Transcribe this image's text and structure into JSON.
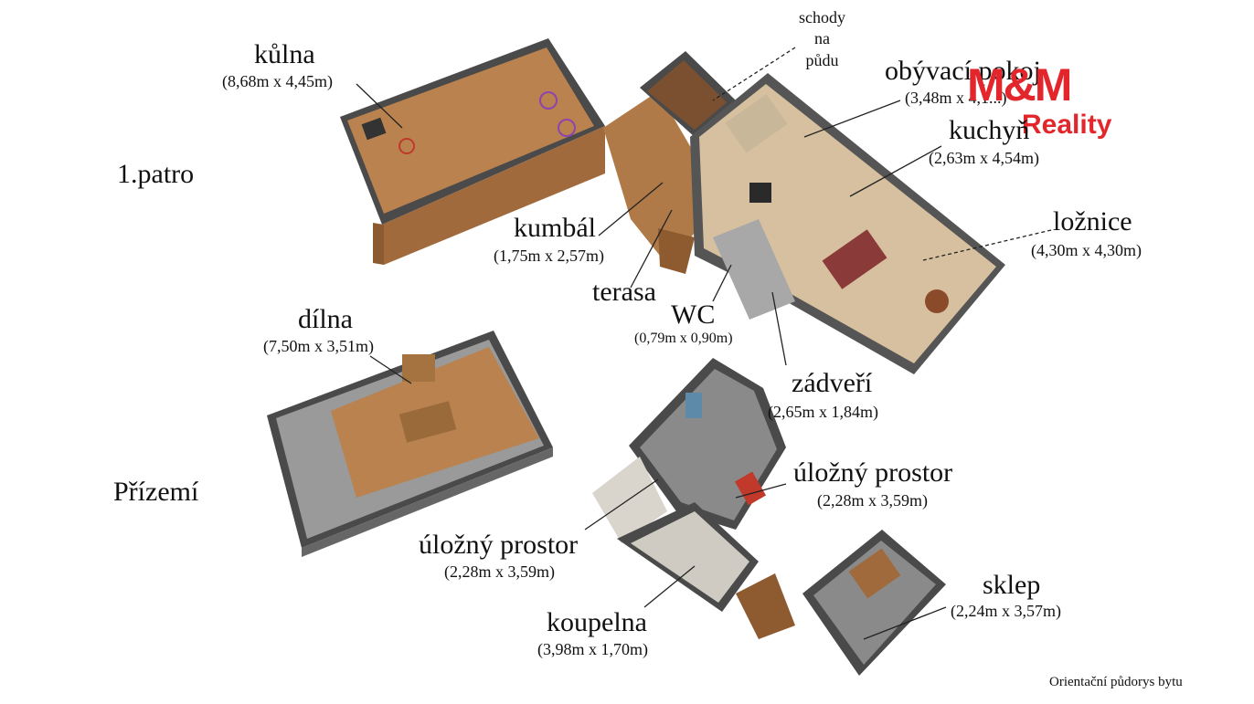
{
  "floors": {
    "upper": "1.patro",
    "ground": "Přízemí"
  },
  "rooms": [
    {
      "id": "kulna",
      "name": "kůlna",
      "dim": "(8,68m x 4,45m)"
    },
    {
      "id": "schody",
      "name": "schody\nna\npůdu"
    },
    {
      "id": "obyvaci",
      "name": "obývací pokoj",
      "dim": "(3,48m x 4,1...)"
    },
    {
      "id": "kuchyn",
      "name": "kuchyň",
      "dim": "(2,63m x 4,54m)"
    },
    {
      "id": "loznice",
      "name": "ložnice",
      "dim": "(4,30m x 4,30m)"
    },
    {
      "id": "kumbal",
      "name": "kumbál",
      "dim": "(1,75m x 2,57m)"
    },
    {
      "id": "terasa",
      "name": "terasa"
    },
    {
      "id": "wc",
      "name": "WC",
      "dim": "(0,79m x 0,90m)"
    },
    {
      "id": "zadveri",
      "name": "zádveří",
      "dim": "(2,65m x 1,84m)"
    },
    {
      "id": "dilna",
      "name": "dílna",
      "dim": "(7,50m x 3,51m)"
    },
    {
      "id": "ulozny1",
      "name": "úložný prostor",
      "dim": "(2,28m x 3,59m)"
    },
    {
      "id": "ulozny2",
      "name": "úložný prostor",
      "dim": "(2,28m x 3,59m)"
    },
    {
      "id": "koupelna",
      "name": "koupelna",
      "dim": "(3,98m x 1,70m)"
    },
    {
      "id": "sklep",
      "name": "sklep",
      "dim": "(2,24m x 3,57m)"
    }
  ],
  "logo": {
    "mark": "M&M",
    "text": "Reality",
    "color": "#e3262c"
  },
  "footer": "Orientační půdorys bytu",
  "colors": {
    "wood": "#b07a48",
    "wall": "#4a4a4a",
    "tile": "#d9d4cc",
    "floorGray": "#9a9a9a"
  }
}
